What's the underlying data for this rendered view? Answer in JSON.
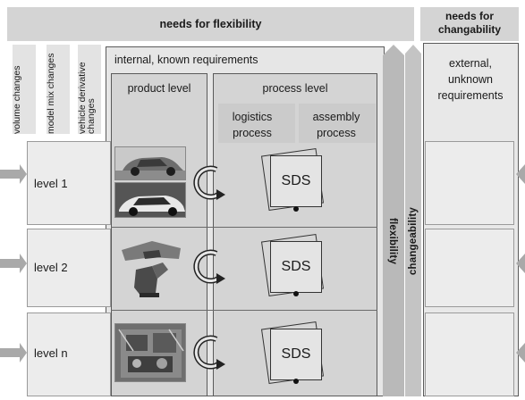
{
  "header": {
    "flexibility_needs": "needs for flexibility",
    "changeability_needs": "needs for changability"
  },
  "change_types": [
    "volume changes",
    "model mix changes",
    "vehicle derivative changes"
  ],
  "internal": {
    "title": "internal, known requirements",
    "product_level": "product level",
    "process_level": "process level",
    "logistics_process": "logistics process",
    "assembly_process": "assembly process"
  },
  "external": {
    "title": "external, unknown requirements"
  },
  "levels": [
    {
      "label": "level 1",
      "sds": "SDS"
    },
    {
      "label": "level 2",
      "sds": "SDS"
    },
    {
      "label": "level n",
      "sds": "SDS"
    }
  ],
  "bars": {
    "flexibility": "flexibility",
    "changeability": "changeability"
  },
  "colors": {
    "header_bg": "#d4d4d4",
    "panel_bg": "#e6e6e6",
    "arrow_gray": "#a9a9a9"
  },
  "icons": [
    "cycle-arrow-icon",
    "sds-document-icon",
    "car-photo",
    "car-interior-photo",
    "engine-photo"
  ]
}
